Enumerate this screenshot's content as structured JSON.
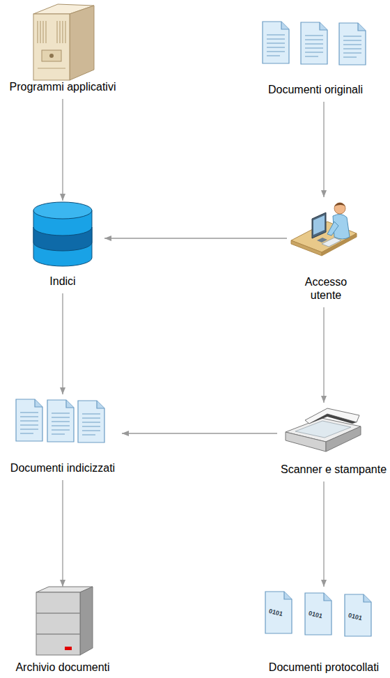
{
  "diagram": {
    "nodes": [
      {
        "text": [
          "Programmi applicativi"
        ]
      },
      {
        "text": [
          "Documenti originali"
        ]
      },
      {
        "text": [
          "Indici"
        ]
      },
      {
        "text": [
          "Accesso utente"
        ]
      },
      {
        "text": [
          "Documenti indicizzati"
        ]
      },
      {
        "text": [
          "Scanner e stampante"
        ]
      },
      {
        "text": [
          "Archivio documenti"
        ]
      },
      {
        "text": [
          "Documenti protocollati"
        ]
      }
    ],
    "edges": [
      {
        "from": 0,
        "to": 2,
        "arrow": "to"
      },
      {
        "from": 1,
        "to": 3,
        "arrow": "to"
      },
      {
        "from": 3,
        "to": 2,
        "arrow": "to"
      },
      {
        "from": 2,
        "to": 4,
        "arrow": "to"
      },
      {
        "from": 3,
        "to": 5,
        "arrow": "to"
      },
      {
        "from": 5,
        "to": 4,
        "arrow": "to"
      },
      {
        "from": 4,
        "to": 6,
        "arrow": "to"
      },
      {
        "from": 5,
        "to": 7,
        "arrow": "to"
      }
    ],
    "labels": [
      "0101",
      "0101",
      "0101"
    ]
  }
}
